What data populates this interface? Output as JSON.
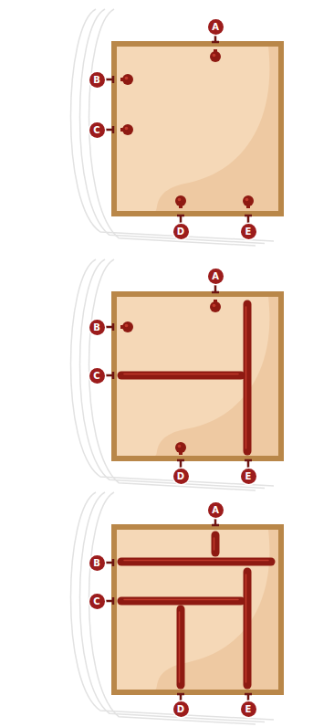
{
  "diagram": {
    "labels": [
      "A",
      "B",
      "C",
      "D",
      "E",
      "A",
      "B",
      "C",
      "D",
      "E",
      "A",
      "B",
      "C",
      "D",
      "E"
    ]
  }
}
